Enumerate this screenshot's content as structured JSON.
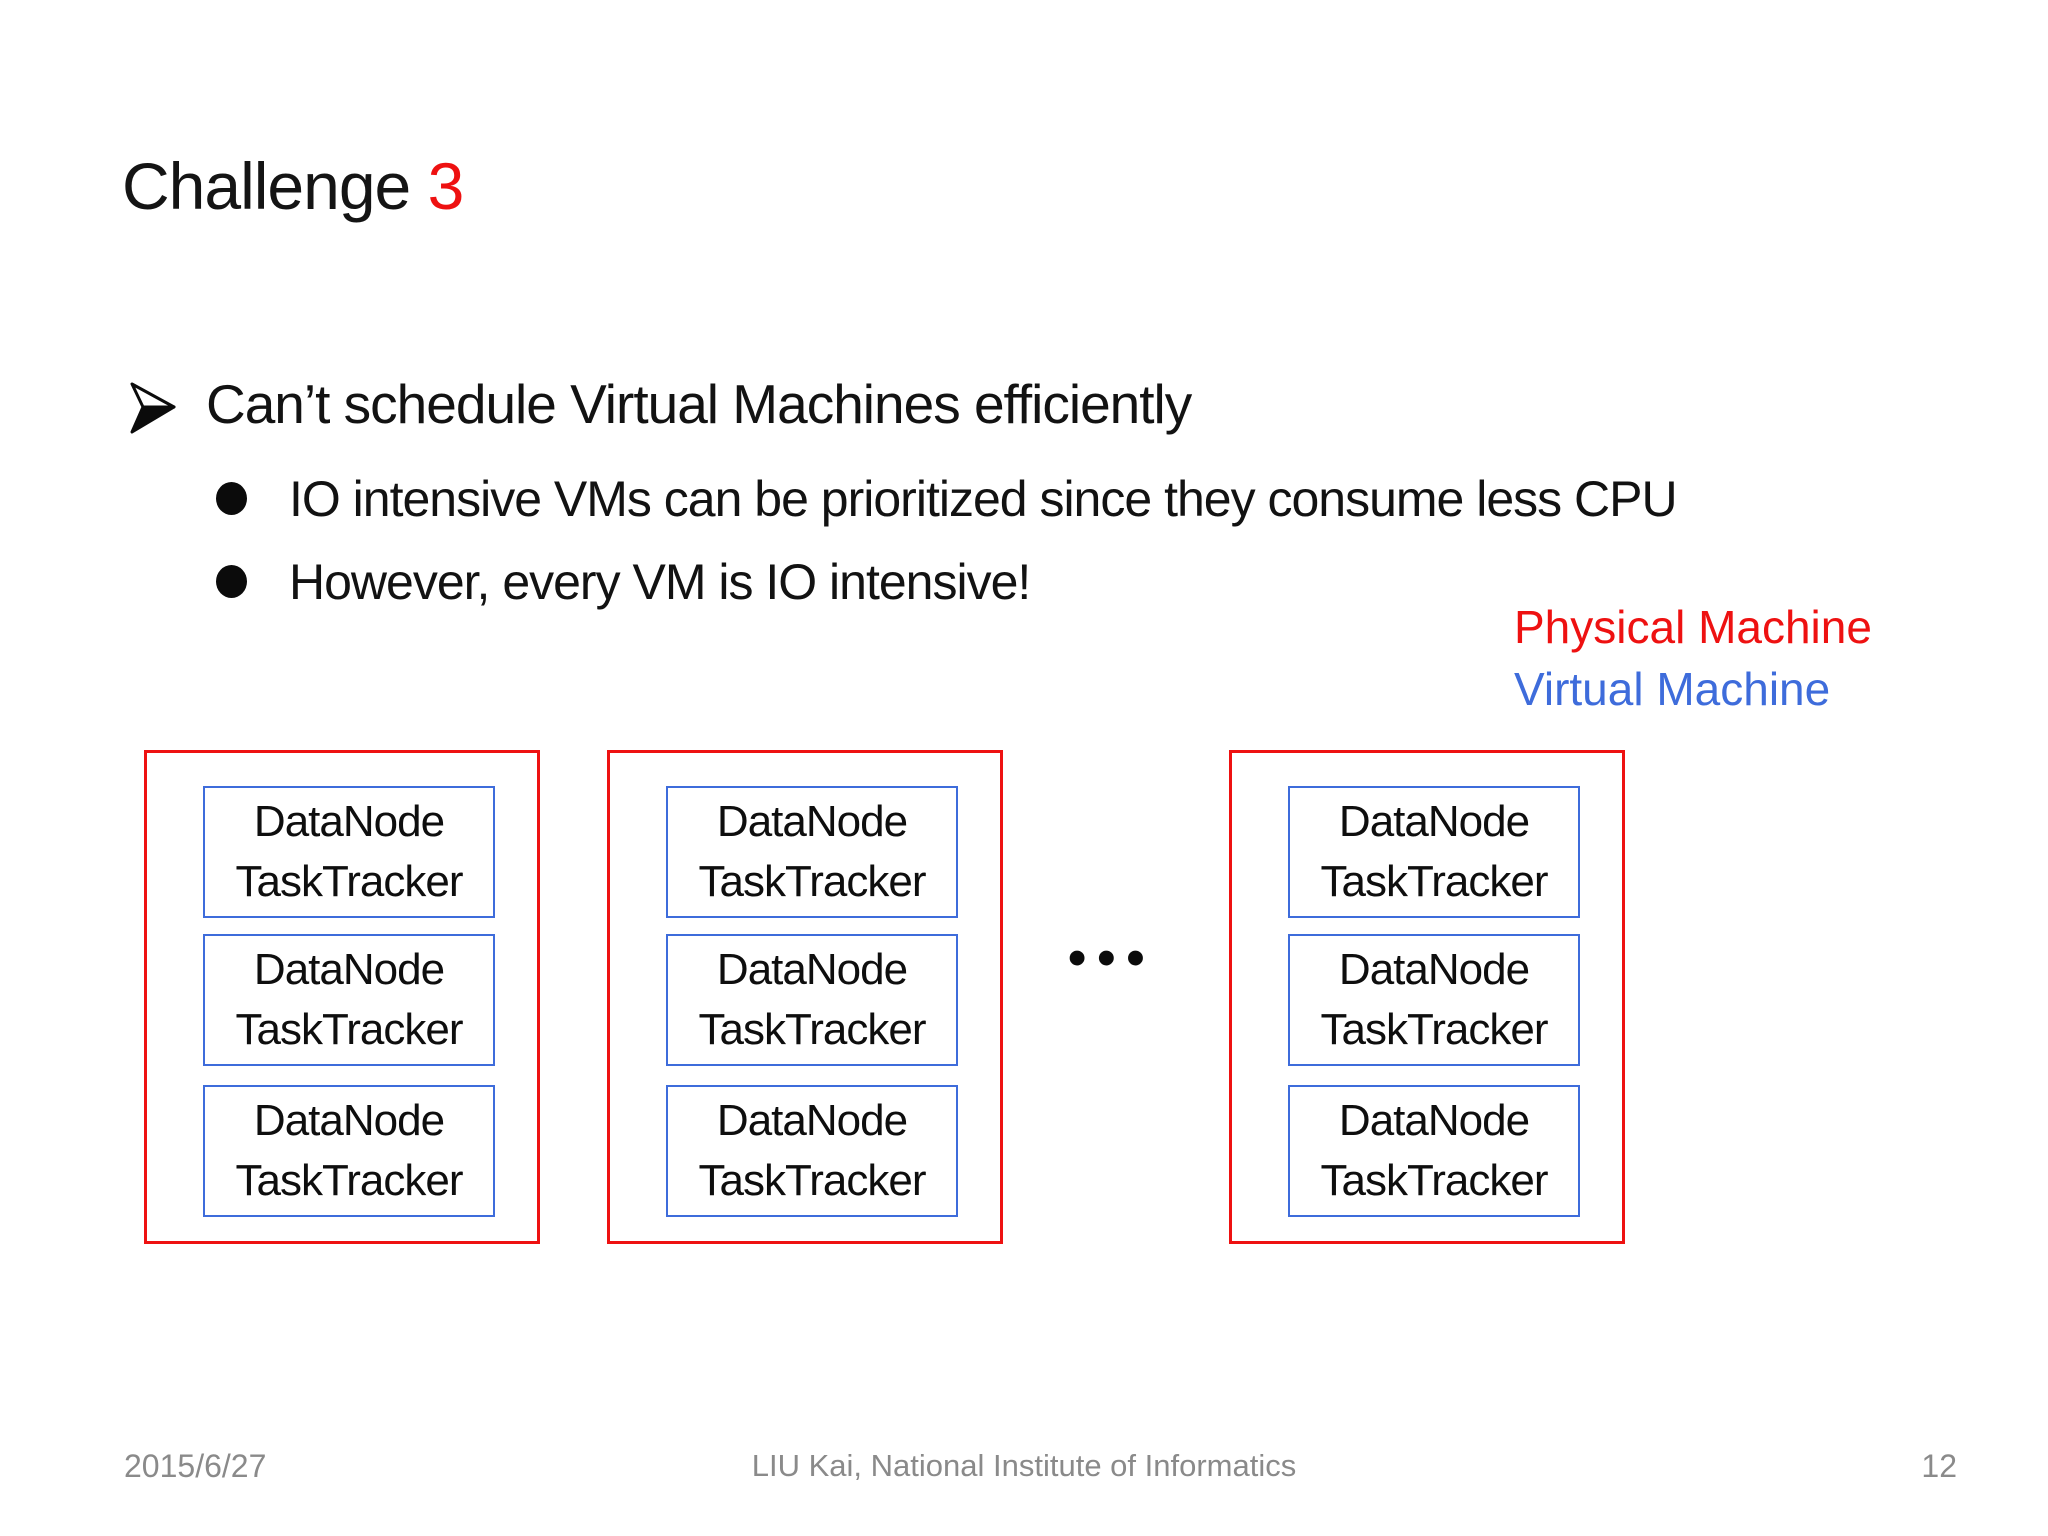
{
  "title": {
    "text": "Challenge ",
    "number": "3"
  },
  "bullets": {
    "main": "Can’t schedule Virtual Machines efficiently",
    "sub": [
      "IO intensive VMs can be prioritized since they consume less CPU",
      "However, every VM is IO intensive!"
    ]
  },
  "icons": {
    "level1_bullet": "right-arrowhead",
    "level2_bullet": "filled-circle"
  },
  "legend": {
    "physical": "Physical Machine",
    "virtual": "Virtual Machine"
  },
  "colors": {
    "physical_red": "#ee1111",
    "virtual_blue": "#3e6cdb",
    "title_number_red": "#ee1111",
    "footer_gray": "#8a8a8a"
  },
  "diagram": {
    "ellipsis": "•••",
    "pms": [
      {
        "vms": [
          {
            "line1": "DataNode",
            "line2": "TaskTracker"
          },
          {
            "line1": "DataNode",
            "line2": "TaskTracker"
          },
          {
            "line1": "DataNode",
            "line2": "TaskTracker"
          }
        ]
      },
      {
        "vms": [
          {
            "line1": "DataNode",
            "line2": "TaskTracker"
          },
          {
            "line1": "DataNode",
            "line2": "TaskTracker"
          },
          {
            "line1": "DataNode",
            "line2": "TaskTracker"
          }
        ]
      },
      {
        "vms": [
          {
            "line1": "DataNode",
            "line2": "TaskTracker"
          },
          {
            "line1": "DataNode",
            "line2": "TaskTracker"
          },
          {
            "line1": "DataNode",
            "line2": "TaskTracker"
          }
        ]
      }
    ]
  },
  "footer": {
    "date": "2015/6/27",
    "center": "LIU Kai, National Institute of Informatics",
    "page": "12"
  }
}
